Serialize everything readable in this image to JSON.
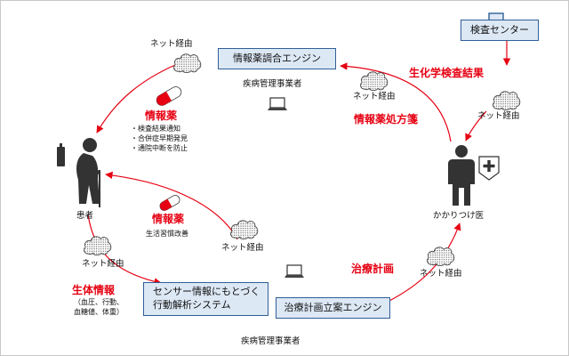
{
  "nodes": {
    "patient": "患者",
    "doctor": "かかりつけ医",
    "checkup_center": "検査センター",
    "drug_engine": "情報薬調合エンジン",
    "behavior_system": "センサー情報にもとづく行動解析システム",
    "plan_engine": "治療計画立案エンジン",
    "operator_top": "疾病管理事業者",
    "operator_bottom": "疾病管理事業者"
  },
  "network": {
    "top_left": "ネット経由",
    "top_mid": "ネット経由",
    "right_top": "ネット経由",
    "center": "ネット経由",
    "left": "ネット経由",
    "right_bottom": "ネット経由"
  },
  "flows": {
    "info_drug_top": "情報薬",
    "info_drug_top_items": [
      "・検査結果通知",
      "・合併症早期発見",
      "・通院中断を防止"
    ],
    "prescription": "情報薬処方箋",
    "lab_results": "生化学検査結果",
    "info_drug_mid": "情報薬",
    "info_drug_mid_sub": "生活習慣改善",
    "bio_info": "生体情報",
    "bio_info_sub": "（血圧、行動、\n血糖値、体重）",
    "treatment_plan": "治療計画"
  },
  "colors": {
    "accent_red": "#e60012",
    "box_fill": "#dde8f5",
    "box_border": "#2f5f97",
    "figure_dark": "#333333"
  }
}
